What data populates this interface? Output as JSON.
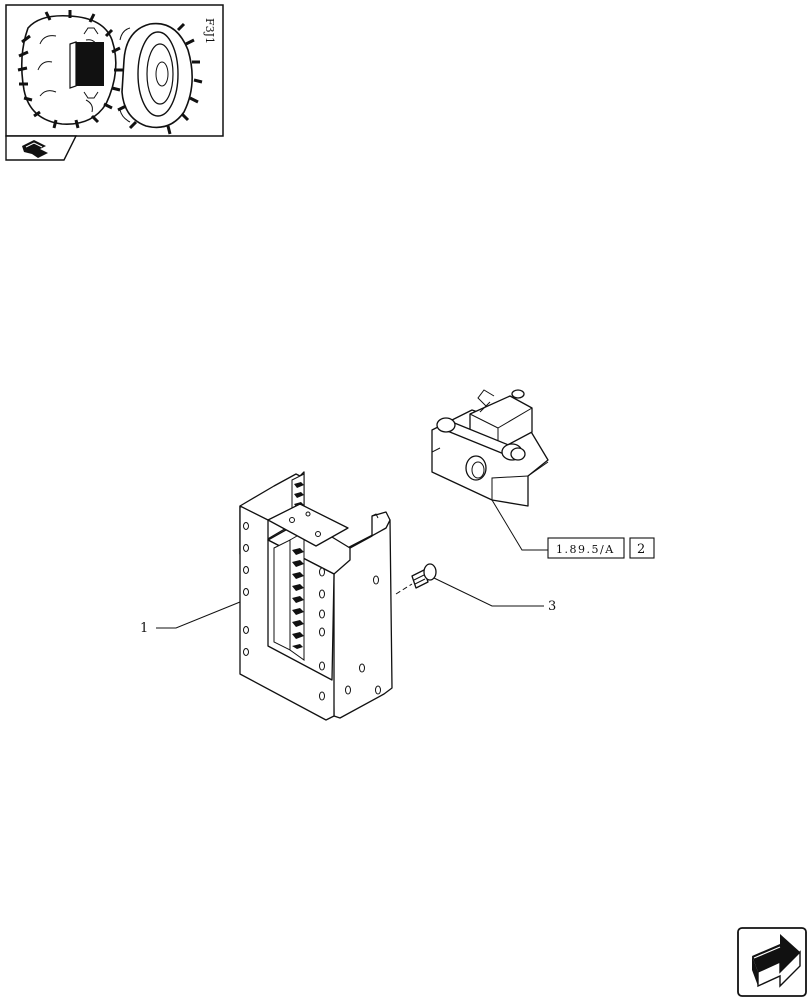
{
  "thumbnail": {
    "corner_text": "F3J1"
  },
  "callouts": {
    "item_1": "1",
    "item_3": "3",
    "ref_section": "1.89.5/A",
    "ref_item": "2"
  },
  "icons": {
    "thumbnail_nav": "back-arrow-icon",
    "next_page": "next-page-arrow-icon"
  },
  "colors": {
    "ink": "#111111",
    "paper": "#ffffff"
  }
}
